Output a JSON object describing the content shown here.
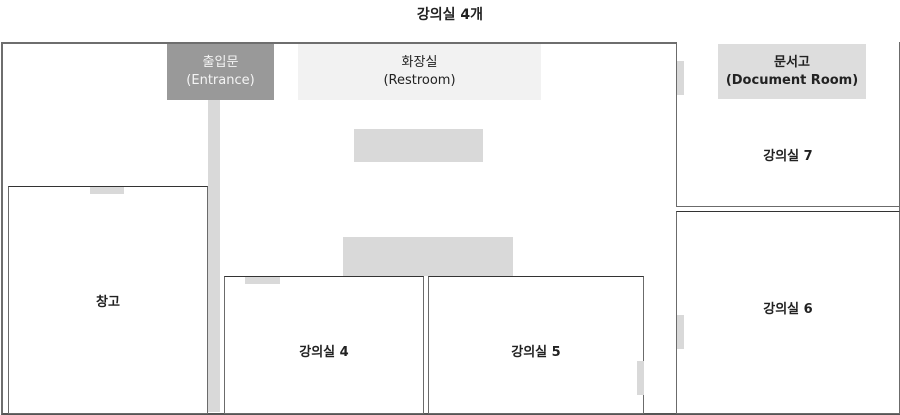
{
  "title": "강의실 4개",
  "colors": {
    "wall": "#6b6b6b",
    "entrance_fill": "#999999",
    "restroom_fill": "#f2f2f2",
    "document_room_fill": "#dddddd",
    "fixture_fill": "#d9d9d9"
  },
  "areas": {
    "entrance": {
      "label_ko": "출입문",
      "label_en": "(Entrance)"
    },
    "restroom": {
      "label_ko": "화장실",
      "label_en": "(Restroom)"
    },
    "document_room": {
      "label_ko": "문서고",
      "label_en": "(Document Room)"
    }
  },
  "rooms": [
    {
      "id": "storage",
      "label": "창고"
    },
    {
      "id": "lecture-4",
      "label": "강의실 4"
    },
    {
      "id": "lecture-5",
      "label": "강의실 5"
    },
    {
      "id": "lecture-6",
      "label": "강의실 6"
    },
    {
      "id": "lecture-7",
      "label": "강의실 7"
    }
  ]
}
